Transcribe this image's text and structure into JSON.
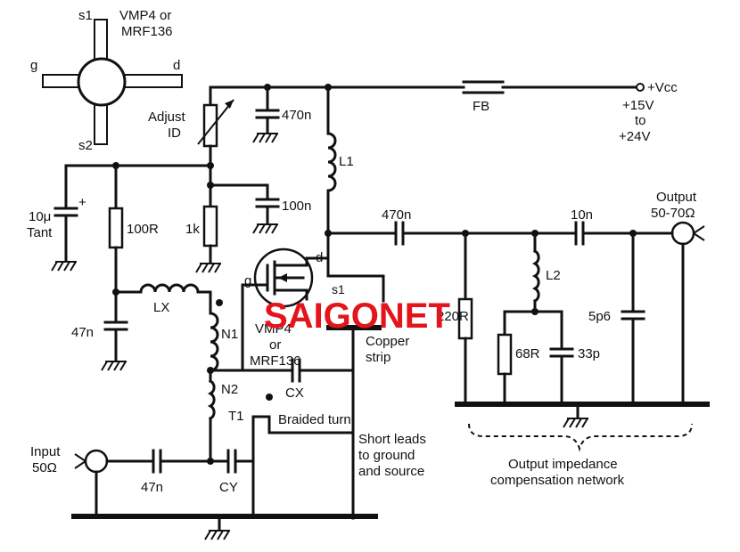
{
  "pinout": {
    "s1": "s1",
    "s2": "s2",
    "g": "g",
    "d": "d",
    "device_line1": "VMP4 or",
    "device_line2": "MRF136"
  },
  "labels": {
    "adjust_line1": "Adjust",
    "adjust_line2": "ID",
    "c_470n_top": "470n",
    "fb": "FB",
    "vcc": "+Vcc",
    "vcc_range_1": "+15V",
    "vcc_range_2": "to",
    "vcc_range_3": "+24V",
    "l1": "L1",
    "c_100n": "100n",
    "r_100r": "100R",
    "r_1k": "1k",
    "c_10u_line1": "10μ",
    "c_10u_line2": "Tant",
    "c_10u_plus": "+",
    "c_470n_out": "470n",
    "c_10n": "10n",
    "output_line1": "Output",
    "output_line2": "50-70Ω",
    "fet_d": "d",
    "fet_g": "g",
    "fet_s1": "s1",
    "l2": "L2",
    "lx": "LX",
    "c_47n_left": "47n",
    "n1": "N1",
    "n2": "N2",
    "t1": "T1",
    "fet_name_line1": "VMP4",
    "fet_name_line2": "or",
    "fet_name_line3": "MRF136",
    "copper_line1": "Copper",
    "copper_line2": "strip",
    "r_220r": "220R",
    "c_5p6": "5p6",
    "r_68r": "68R",
    "c_33p": "33p",
    "cx": "CX",
    "braided": "Braided turn",
    "short_line1": "Short leads",
    "short_line2": "to ground",
    "short_line3": "and source",
    "comp_line1": "Output impedance",
    "comp_line2": "compensation network",
    "input_line1": "Input",
    "input_line2": "50Ω",
    "c_47n_input": "47n",
    "cy": "CY"
  },
  "watermark": {
    "text": "SAIGONET",
    "color": "#e3141c"
  }
}
